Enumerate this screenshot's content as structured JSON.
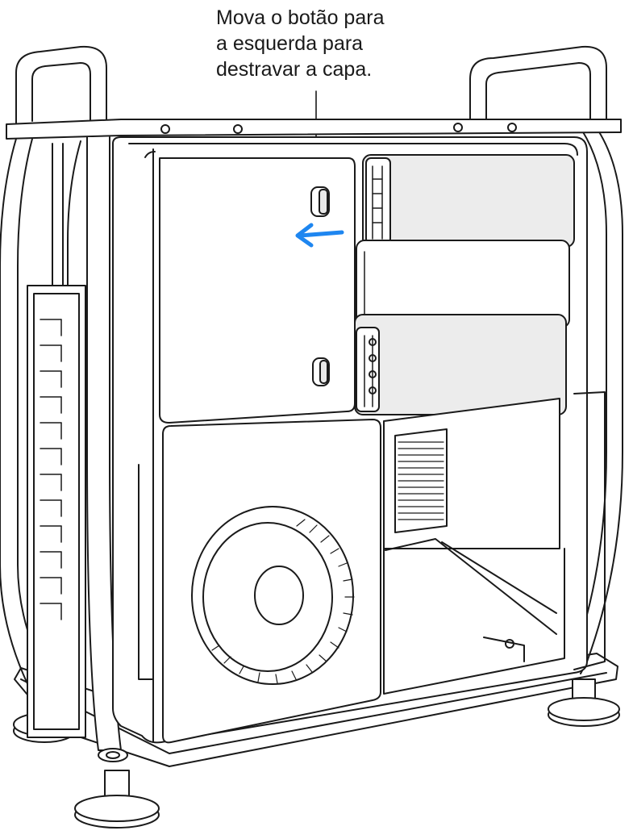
{
  "callout": {
    "lines": [
      "Mova o botão para",
      "a esquerda para",
      "destravar a capa."
    ]
  },
  "colors": {
    "outline": "#1a1a1a",
    "body_fill": "#ffffff",
    "module_fill": "#ececec",
    "arrow": "#1e86f0"
  },
  "icons": {
    "direction": "arrow-left-icon"
  }
}
